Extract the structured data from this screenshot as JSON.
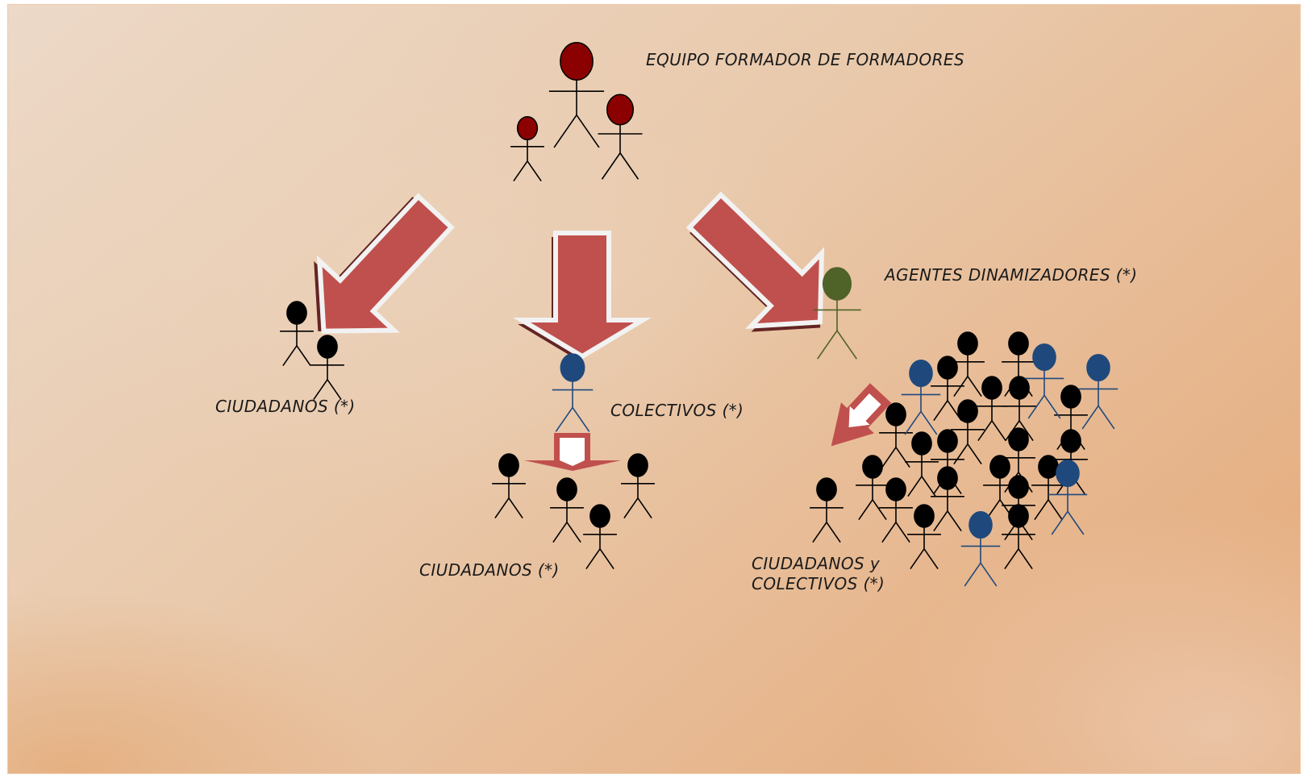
{
  "labels": {
    "team": "EQUIPO FORMADOR DE FORMADORES",
    "agents": "AGENTES DINAMIZADORES (*)",
    "citizens_left": "CIUDADANOS (*)",
    "collectives": "COLECTIVOS (*)",
    "citizens_center": "CIUDADANOS (*)",
    "citizens_collectives_line1": "CIUDADANOS y",
    "citizens_collectives_line2": "COLECTIVOS (*)"
  },
  "colors": {
    "trainer": "#8b0000",
    "collective": "#1f497d",
    "agent": "#4f6228",
    "citizen": "#000000",
    "arrow_fill": "#c0504d",
    "arrow_shadow": "#632523"
  }
}
